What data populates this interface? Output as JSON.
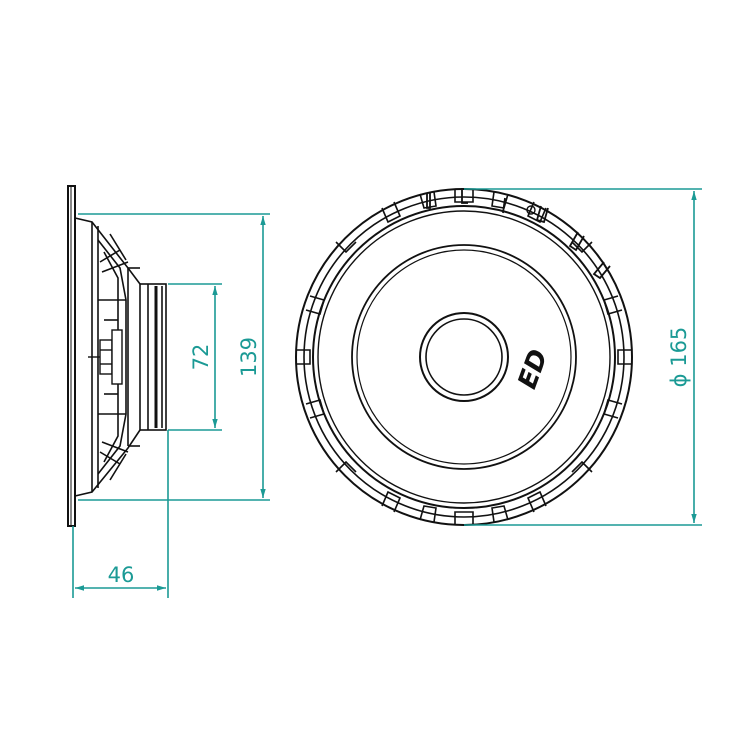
{
  "dimensions": {
    "diameter": "ϕ 165",
    "height": "139",
    "magnet": "72",
    "depth": "46"
  },
  "colors": {
    "dimension": "#1b9a95",
    "outline": "#111111",
    "background": "#ffffff"
  },
  "logo": "ED"
}
